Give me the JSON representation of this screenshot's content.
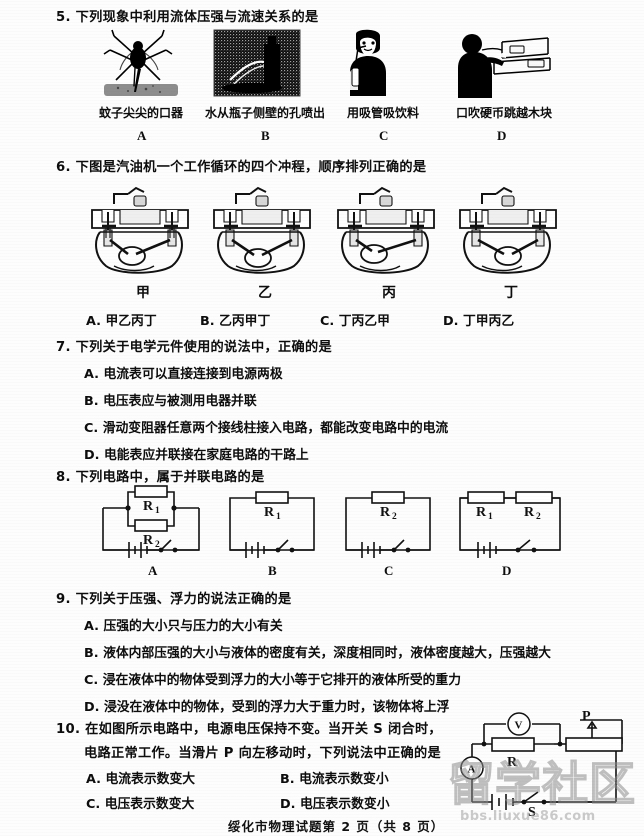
{
  "document": {
    "footer": "绥化市物理试题第 2 页（共 8 页）",
    "watermark_main": "留学社区",
    "watermark_sub": "bbs.liuxue86.com"
  },
  "questions": [
    {
      "id": "q5",
      "stem": "5. 下列现象中利用流体压强与流速关系的是",
      "figure_captions": [
        "蚊子尖尖的口器",
        "水从瓶子侧壁的孔喷出",
        "用吸管吸饮料",
        "口吹硬币跳越木块"
      ],
      "figure_letters": [
        "A",
        "B",
        "C",
        "D"
      ],
      "figure_icons": [
        "mosquito-photo",
        "bottle-water-jet-photo",
        "boy-straw-drink-photo",
        "blow-coin-photo"
      ]
    },
    {
      "id": "q6",
      "stem": "6. 下图是汽油机一个工作循环的四个冲程，顺序排列正确的是",
      "figure_labels": [
        "甲",
        "乙",
        "丙",
        "丁"
      ],
      "figure_icons": [
        "engine-stroke-diagram",
        "engine-stroke-diagram",
        "engine-stroke-diagram",
        "engine-stroke-diagram"
      ],
      "options": [
        "A. 甲乙丙丁",
        "B. 乙丙甲丁",
        "C. 丁丙乙甲",
        "D. 丁甲丙乙"
      ]
    },
    {
      "id": "q7",
      "stem": "7. 下列关于电学元件使用的说法中，正确的是",
      "options": [
        "A. 电流表可以直接连接到电源两极",
        "B. 电压表应与被测用电器并联",
        "C. 滑动变阻器任意两个接线柱接入电路，都能改变电路中的电流",
        "D. 电能表应并联接在家庭电路的干路上"
      ]
    },
    {
      "id": "q8",
      "stem": "8. 下列电路中，属于并联电路的是",
      "circuit_letters": [
        "A",
        "B",
        "C",
        "D"
      ],
      "circuit_resistor_labels": [
        [
          "R",
          "1",
          "R",
          "2"
        ],
        [
          "R",
          "1"
        ],
        [
          "R",
          "2"
        ],
        [
          "R",
          "1",
          "R",
          "2"
        ]
      ],
      "circuit_icons": [
        "parallel-circuit-diagram",
        "series-circuit-single-r1-diagram",
        "series-circuit-single-r2-diagram",
        "series-circuit-two-resistor-diagram"
      ]
    },
    {
      "id": "q9",
      "stem": "9. 下列关于压强、浮力的说法正确的是",
      "options": [
        "A. 压强的大小只与压力的大小有关",
        "B. 液体内部压强的大小与液体的密度有关，深度相同时，液体密度越大，压强越大",
        "C. 浸在液体中的物体受到浮力的大小等于它排开的液体所受的重力",
        "D. 浸没在液体中的物体，受到的浮力大于重力时，该物体将上浮"
      ]
    },
    {
      "id": "q10",
      "stem_line1": "10. 在如图所示电路中，电源电压保持不变。当开关 S 闭合时，",
      "stem_line2": "电路正常工作。当滑片 P 向左移动时，下列说法中正确的是",
      "options": [
        "A. 电流表示数变大",
        "B. 电流表示数变小",
        "C. 电压表示数变大",
        "D. 电压表示数变小"
      ],
      "circuit_icon": "rheostat-circuit-diagram",
      "circuit_labels": {
        "voltmeter": "V",
        "ammeter": "A",
        "resistor": "R",
        "slider": "P",
        "switch": "S"
      }
    }
  ]
}
